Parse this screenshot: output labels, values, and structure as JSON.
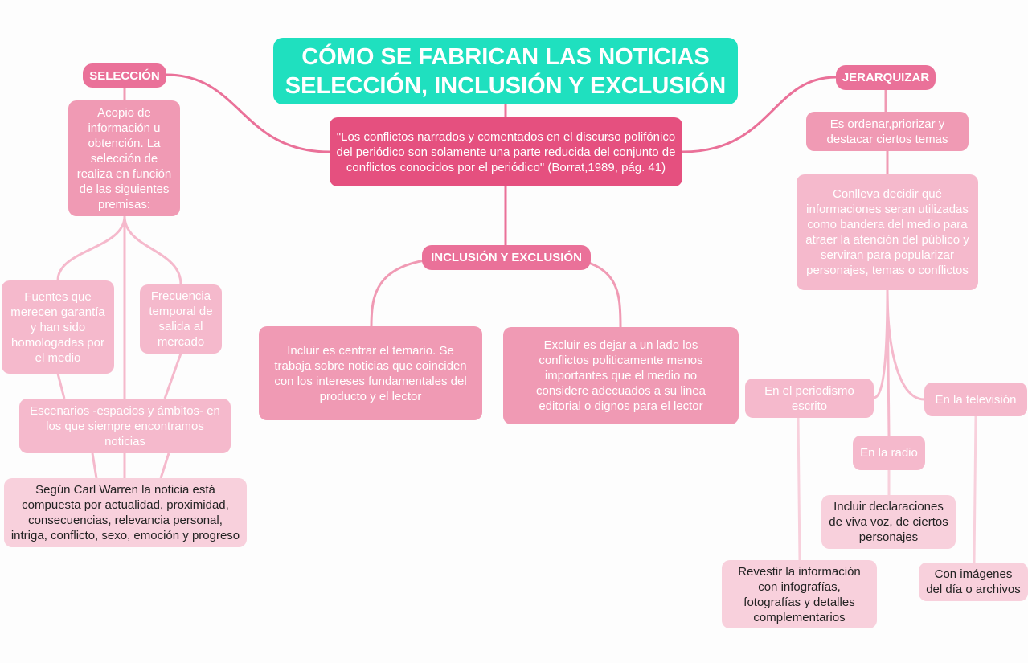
{
  "title": {
    "line1": "CÓMO SE FABRICAN LAS NOTICIAS",
    "line2": "SELECCIÓN, INCLUSIÓN Y EXCLUSIÓN"
  },
  "quote": "\"Los conflictos narrados y comentados en el discurso polifónico del periódico son solamente una parte reducida del conjunto de conflictos conocidos por el periódico\" (Borrat,1989, pág. 41)",
  "seleccion": {
    "label": "SELECCIÓN",
    "acopio": "Acopio de información u obtención. La selección de realiza en función de las siguientes premisas:",
    "fuentes": "Fuentes que merecen garantía y han sido homologadas por el medio",
    "frecuencia": "Frecuencia temporal de salida al mercado",
    "escenarios": "Escenarios -espacios y ámbitos- en los que siempre encontramos noticias",
    "warren": "Según Carl Warren la noticia está compuesta por actualidad, proximidad, consecuencias, relevancia personal, intriga, conflicto, sexo, emoción y progreso"
  },
  "inclusion": {
    "label": "INCLUSIÓN Y EXCLUSIÓN",
    "incluir": "Incluir es centrar el temario. Se trabaja sobre noticias que coinciden con los intereses fundamentales del producto y el lector",
    "excluir": "Excluir es dejar a un lado los conflictos politicamente menos importantes que el medio no considere adecuados a su linea editorial o dignos para el lector"
  },
  "jerarquizar": {
    "label": "JERARQUIZAR",
    "ordenar": "Es ordenar,priorizar y destacar ciertos temas",
    "conlleva": "Conlleva decidir qué informaciones seran utilizadas como bandera del medio para atraer la atención del público y serviran para popularizar personajes, temas o conflictos",
    "escrito": "En el periodismo escrito",
    "radio": "En la radio",
    "television": "En la televisión",
    "declaraciones": "Incluir declaraciones de viva voz, de ciertos personajes",
    "revestir": "Revestir la información con infografías, fotografías y detalles complementarios",
    "imagenes": "Con imágenes del día o archivos"
  },
  "colors": {
    "title": "#1fe0bf",
    "quote": "#e5507f",
    "level1": "#ea7199",
    "level2": "#f09ab4",
    "level3": "#f5b9cc",
    "level4": "#f8d0dc"
  }
}
